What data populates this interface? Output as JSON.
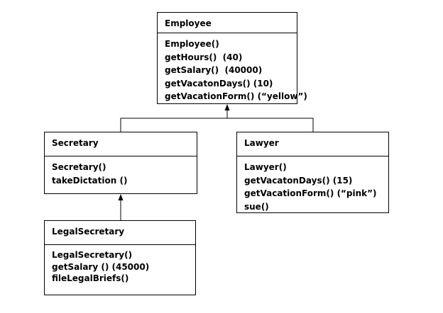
{
  "classes": {
    "employee": {
      "name": "Employee",
      "methods": [
        "Employee()",
        "getHours()  (40)",
        "getSalary()  (40000)",
        "getVacatonDays() (10)",
        "getVacationForm() (“yellow”)"
      ]
    },
    "secretary": {
      "name": "Secretary",
      "methods": [
        "Secretary()",
        "takeDictation ()"
      ]
    },
    "lawyer": {
      "name": "Lawyer",
      "methods": [
        "Lawyer()",
        "getVacatonDays() (15)",
        "getVacationForm() (“pink”)",
        "sue()"
      ]
    },
    "legal_secretary": {
      "name": "LegalSecretary",
      "methods": [
        "LegalSecretary()",
        "getSalary () (45000)",
        "fileLegalBriefs()"
      ]
    }
  },
  "relationships": [
    {
      "from": "secretary",
      "to": "employee",
      "type": "inheritance"
    },
    {
      "from": "lawyer",
      "to": "employee",
      "type": "inheritance"
    },
    {
      "from": "legal_secretary",
      "to": "secretary",
      "type": "inheritance"
    }
  ]
}
